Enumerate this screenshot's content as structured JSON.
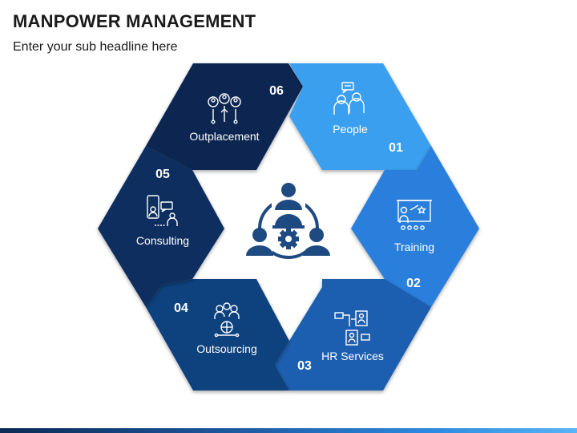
{
  "header": {
    "title": "MANPOWER MANAGEMENT",
    "subtitle": "Enter your sub headline here"
  },
  "segments": [
    {
      "id": "people",
      "label": "People",
      "number": "01",
      "icon": "people-chat-icon",
      "color": "#3a9ff0"
    },
    {
      "id": "training",
      "label": "Training",
      "number": "02",
      "icon": "training-presentation-icon",
      "color": "#2a7fdc"
    },
    {
      "id": "hr",
      "label": "HR Services",
      "number": "03",
      "icon": "hr-services-icon",
      "color": "#1c5fb0"
    },
    {
      "id": "outsourcing",
      "label": "Outsourcing",
      "number": "04",
      "icon": "outsourcing-network-icon",
      "color": "#11427e"
    },
    {
      "id": "consulting",
      "label": "Consulting",
      "number": "05",
      "icon": "consulting-icon",
      "color": "#0a2d5f"
    },
    {
      "id": "outplacement",
      "label": "Outplacement",
      "number": "06",
      "icon": "outplacement-icon",
      "color": "#0a2651"
    }
  ],
  "center": {
    "icon": "team-gear-icon",
    "color": "#1d4a80"
  }
}
